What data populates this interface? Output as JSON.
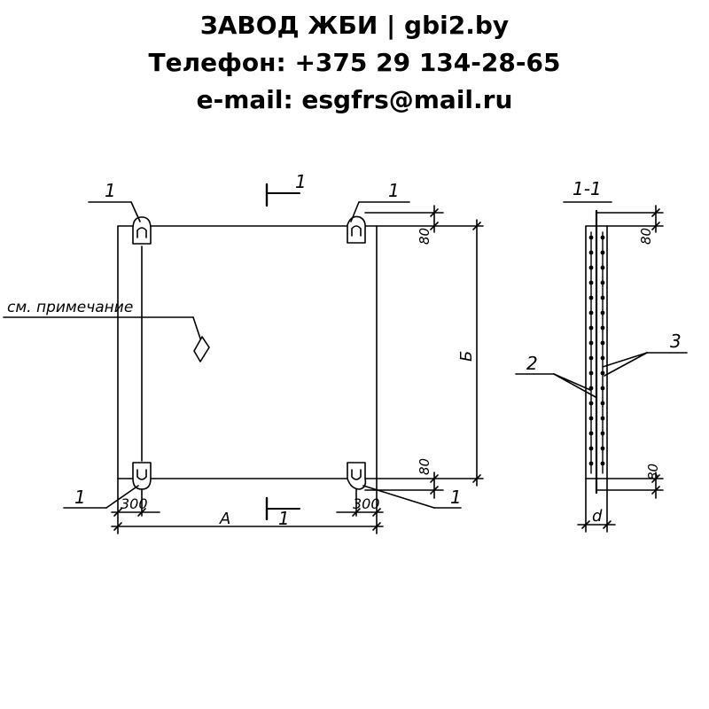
{
  "header": {
    "line1": "ЗАВОД ЖБИ | gbi2.by",
    "line2": "Телефон: +375 29 134-28-65",
    "line3": "e-mail: esgfrs@mail.ru"
  },
  "drawing": {
    "section_mark": "1",
    "section_title": "1-1",
    "note": "см. примечание",
    "callout_loop": "1",
    "callout_rebar_2": "2",
    "callout_rebar_3": "3",
    "dim_80": "80",
    "dim_300": "300",
    "dim_width": "А",
    "dim_height": "Б",
    "dim_thickness": "d"
  }
}
